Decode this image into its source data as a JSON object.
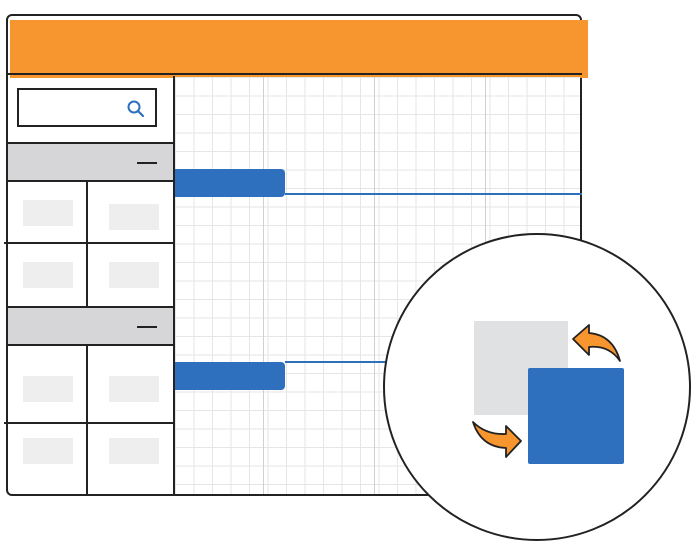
{
  "diagram": {
    "title": "",
    "colors": {
      "accent": "#f7952f",
      "bar": "#2e70bd",
      "panel": "#d6d6d8",
      "placeholder": "#eeeeef",
      "grid": "#e6e6e6",
      "outline": "#222222"
    },
    "icons": {
      "search": "search-icon",
      "collapse": "minus-icon",
      "swap": "swap-arrows-icon"
    },
    "groups": [
      {
        "collapsed": false,
        "rows": 2
      },
      {
        "collapsed": false,
        "rows": 2
      }
    ],
    "task_bars": 2
  }
}
